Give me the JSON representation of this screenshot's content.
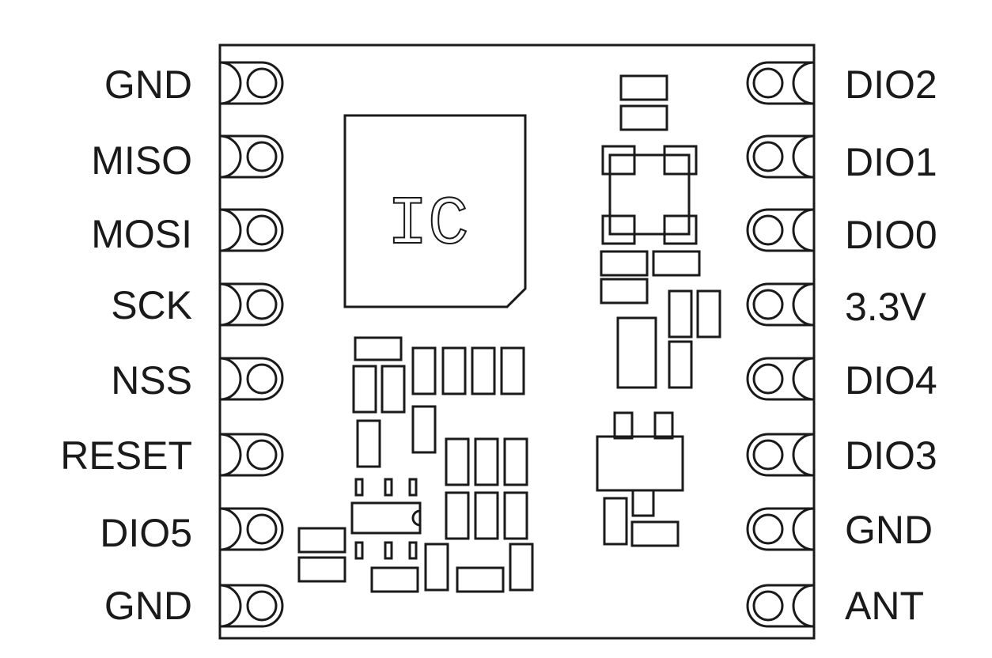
{
  "chip_label": "IC",
  "left_pins": [
    "GND",
    "MISO",
    "MOSI",
    "SCK",
    "NSS",
    "RESET",
    "DIO5",
    "GND"
  ],
  "right_pins": [
    "DIO2",
    "DIO1",
    "DIO0",
    "3.3V",
    "DIO4",
    "DIO3",
    "GND",
    "ANT"
  ],
  "colors": {
    "stroke": "#1a1a1a",
    "background": "#ffffff",
    "text": "#1a1a1a"
  }
}
